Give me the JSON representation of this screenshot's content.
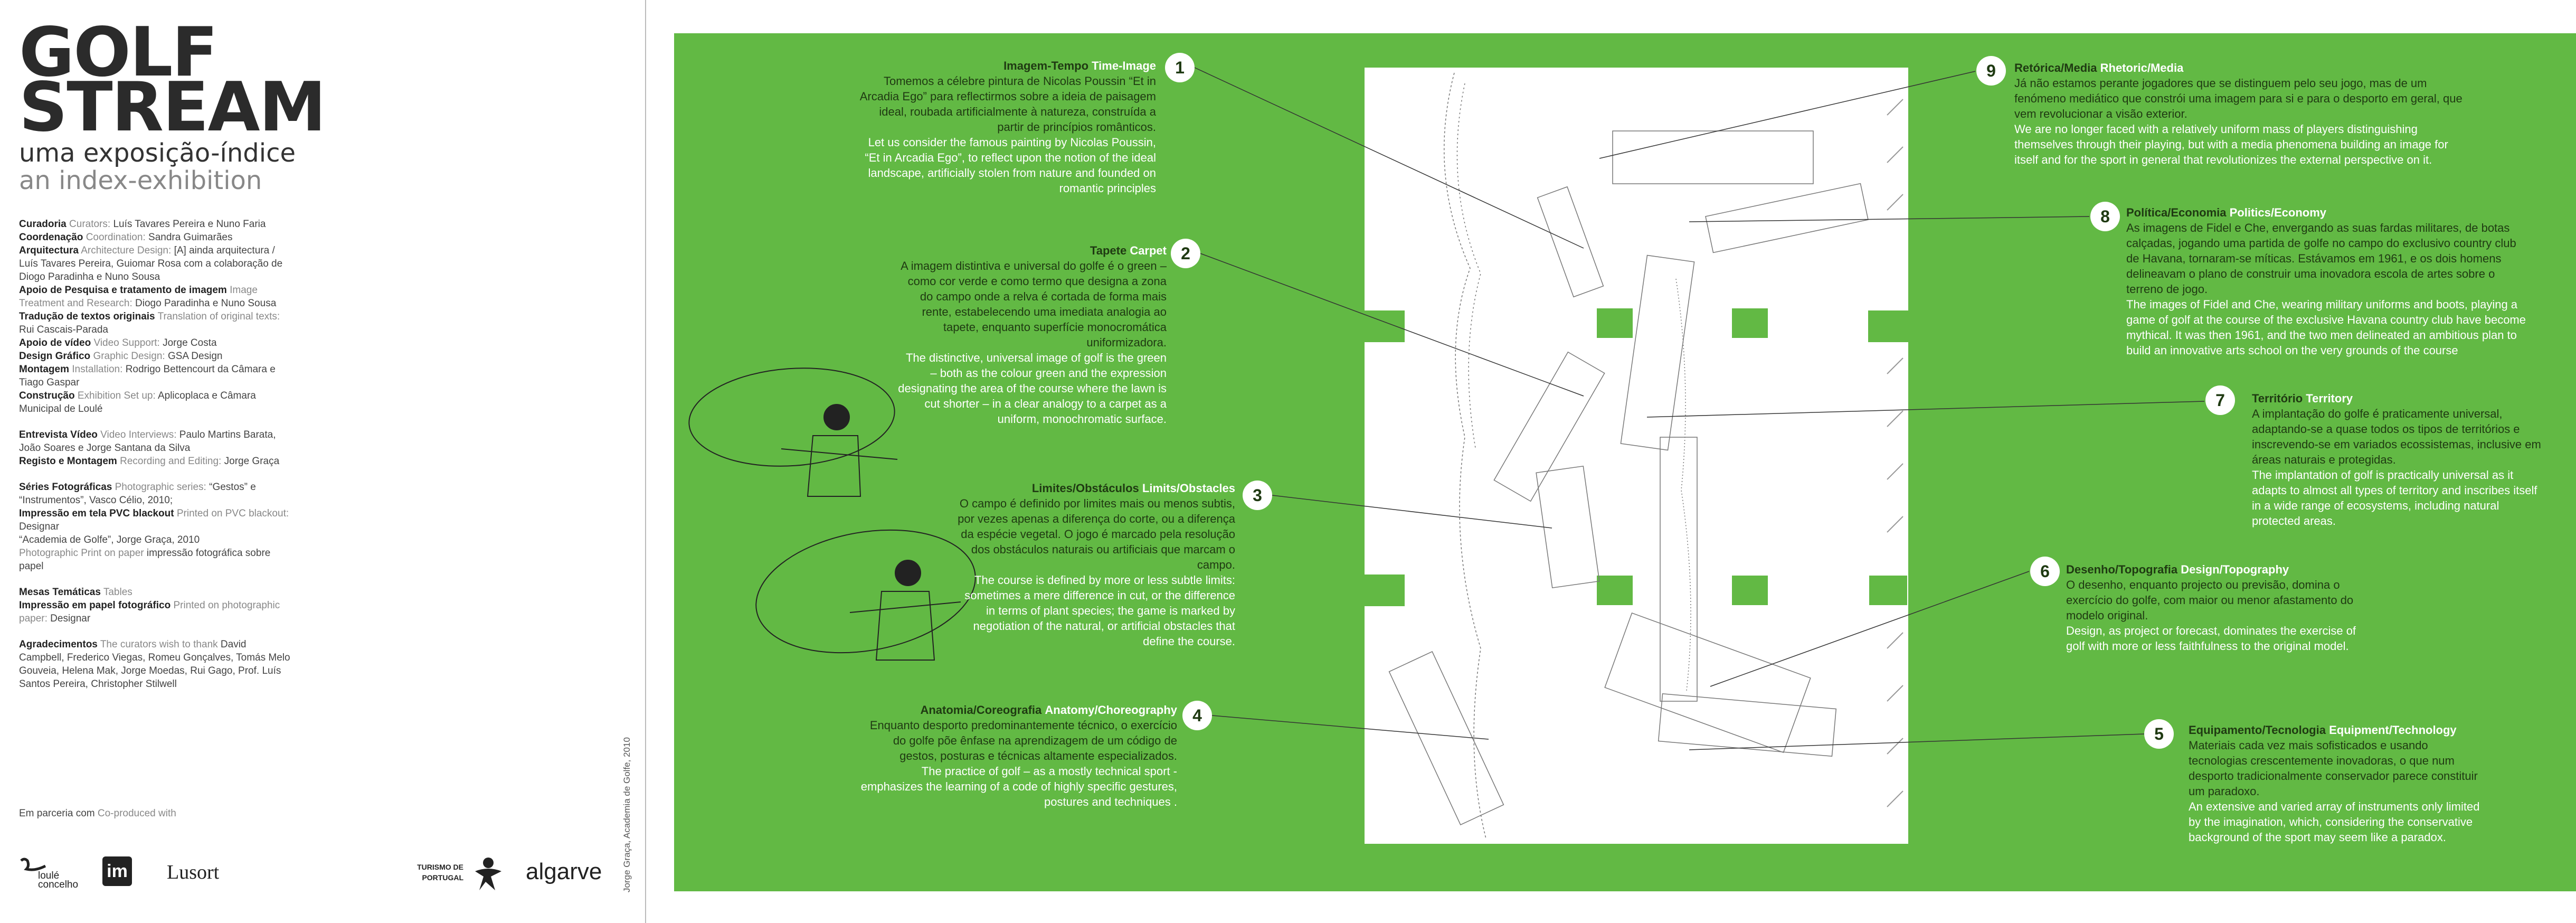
{
  "title": {
    "line1": "GOLF",
    "line2": "STREAM",
    "subtitle_pt": "uma exposição-índice",
    "subtitle_en": "an index-exhibition"
  },
  "credits": [
    [
      {
        "b": "Curadoria",
        "en": "Curators:",
        "t": "Luís Tavares Pereira e Nuno Faria"
      },
      {
        "b": "Coordenação",
        "en": "Coordination:",
        "t": "Sandra Guimarães"
      },
      {
        "b": "Arquitectura",
        "en": "Architecture Design:",
        "t": "[A] ainda arquitectura / Luís Tavares Pereira, Guiomar Rosa com a colaboração de Diogo Paradinha e Nuno Sousa"
      },
      {
        "b": "Apoio de Pesquisa e tratamento de imagem",
        "en": "Image Treatment and Research:",
        "t": "Diogo Paradinha e Nuno Sousa"
      },
      {
        "b": "Tradução de textos originais",
        "en": "Translation of original texts:",
        "t": "Rui Cascais-Parada"
      },
      {
        "b": "Apoio de vídeo",
        "en": "Video Support:",
        "t": "Jorge Costa"
      },
      {
        "b": "Design Gráfico",
        "en": "Graphic Design:",
        "t": "GSA Design"
      },
      {
        "b": "Montagem",
        "en": "Installation:",
        "t": "Rodrigo Bettencourt da Câmara e Tiago Gaspar"
      },
      {
        "b": "Construção",
        "en": "Exhibition Set up:",
        "t": "Aplicoplaca e Câmara Municipal de Loulé"
      }
    ],
    [
      {
        "b": "Entrevista Vídeo",
        "en": "Video Interviews:",
        "t": "Paulo Martins Barata, João Soares e Jorge Santana da Silva"
      },
      {
        "b": "Registo e Montagem",
        "en": "Recording and Editing:",
        "t": "Jorge Graça"
      }
    ],
    [
      {
        "b": "Séries Fotográficas",
        "en": "Photographic series:",
        "t": "“Gestos” e “Instrumentos”, Vasco Célio, 2010;"
      },
      {
        "b": "Impressão em tela PVC blackout",
        "en": "Printed on PVC blackout:",
        "t": "Designar"
      },
      {
        "b": "",
        "en": "",
        "t": "“Academia de Golfe”, Jorge Graça, 2010"
      },
      {
        "b": "",
        "en": "Photographic Print on paper",
        "t": "impressão fotográfica sobre papel"
      }
    ],
    [
      {
        "b": "Mesas Temáticas",
        "en": "Tables",
        "t": ""
      },
      {
        "b": "Impressão em papel fotográfico",
        "en": "Printed on photographic paper:",
        "t": "Designar"
      }
    ],
    [
      {
        "b": "Agradecimentos",
        "en": "The curators wish to thank",
        "t": "David Campbell, Frederico Viegas, Romeu Gonçalves, Tomás Melo Gouveia, Helena Mak, Jorge Moedas, Rui Gago, Prof. Luís Santos Pereira, Christopher Stilwell"
      }
    ]
  ],
  "partners": {
    "label_pt": "Em parceria com",
    "label_en": "Co-produced with",
    "logos": [
      "loulé concelho",
      "im",
      "Lusort",
      "TURISMO DE PORTUGAL",
      "algarve"
    ]
  },
  "vertical_credit": "Jorge Graça, Academia de Golfe, 2010",
  "colors": {
    "panel": "#62b944",
    "dark_text": "#1f3a12",
    "map": "#ffffff"
  },
  "entries": [
    {
      "n": "1",
      "t_pt": "Imagem-Tempo",
      "t_en": "Time-Image",
      "pt": "Tomemos a célebre pintura de Nicolas Poussin “Et in Arcadia Ego” para reflectirmos sobre a ideia de paisagem ideal, roubada artificialmente à natureza, construída a partir de princípios românticos.",
      "en": "Let us consider the famous painting by Nicolas Poussin, “Et in Arcadia Ego”, to reflect upon the notion of the ideal landscape, artificially stolen from nature and founded on romantic principles"
    },
    {
      "n": "2",
      "t_pt": "Tapete",
      "t_en": "Carpet",
      "pt": "A imagem distintiva e universal do golfe é o green – como cor verde e como termo que designa a zona do campo onde a relva é cortada de forma mais rente, estabelecendo uma imediata analogia ao tapete, enquanto superfície monocromática uniformizadora.",
      "en": "The distinctive, universal image of golf is the green – both as the colour green and the expression designating the area of the course where the lawn is cut shorter – in a clear analogy to a carpet as a uniform, monochromatic surface."
    },
    {
      "n": "3",
      "t_pt": "Limites/Obstáculos",
      "t_en": "Limits/Obstacles",
      "pt": "O campo é definido por limites mais ou menos subtis, por vezes apenas a diferença do corte, ou a diferença da espécie vegetal. O jogo é marcado pela resolução dos obstáculos naturais ou artificiais que marcam o campo.",
      "en": "The course is defined by more or less subtle limits: sometimes a mere difference in cut, or the difference in terms of plant species; the game is marked by negotiation of the natural, or artificial obstacles that define the course."
    },
    {
      "n": "4",
      "t_pt": "Anatomia/Coreografia",
      "t_en": "Anatomy/Choreography",
      "pt": "Enquanto desporto predominantemente técnico, o exercício do golfe põe ênfase na aprendizagem de um código de gestos, posturas e técnicas altamente especializados.",
      "en": "The practice of golf – as a mostly technical sport - emphasizes the learning of a code of highly specific gestures, postures and techniques ."
    },
    {
      "n": "5",
      "t_pt": "Equipamento/Tecnologia",
      "t_en": "Equipment/Technology",
      "pt": "Materiais cada vez mais sofisticados e usando tecnologias crescentemente inovadoras, o que num desporto tradicionalmente conservador parece constituir um paradoxo.",
      "en": "An extensive and varied array of instruments only limited by the imagination, which, considering the conservative background of the sport may seem like a paradox."
    },
    {
      "n": "6",
      "t_pt": "Desenho/Topografia",
      "t_en": "Design/Topography",
      "pt": "O desenho, enquanto projecto ou previsão, domina o exercício do golfe, com maior ou menor afastamento do modelo original.",
      "en": "Design, as project or forecast, dominates the exercise of golf with more or less faithfulness to the original model."
    },
    {
      "n": "7",
      "t_pt": "Território",
      "t_en": "Territory",
      "pt": "A implantação do golfe é praticamente universal, adaptando-se a quase todos os tipos de territórios e inscrevendo-se em variados ecossistemas, inclusive em áreas naturais e protegidas.",
      "en": "The implantation of golf is practically universal as it adapts to almost all types of territory and inscribes itself in a wide range of ecosystems, including natural protected areas."
    },
    {
      "n": "8",
      "t_pt": "Política/Economia",
      "t_en": "Politics/Economy",
      "pt": "As imagens de Fidel e Che, envergando as suas fardas militares, de botas calçadas, jogando uma partida de golfe no campo do exclusivo country club de Havana, tornaram-se míticas. Estávamos em 1961, e os dois homens delineavam o plano de construir uma inovadora escola de artes sobre o terreno de jogo.",
      "en": "The images of Fidel and Che, wearing military uniforms and boots, playing a game of golf at the course of the exclusive Havana country club have become mythical. It was then 1961, and the two men delineated an ambitious plan to build an innovative arts school on the very grounds of the course"
    },
    {
      "n": "9",
      "t_pt": "Retórica/Media",
      "t_en": "Rhetoric/Media",
      "pt": "Já não estamos perante jogadores que se distinguem pelo seu jogo, mas de um fenómeno mediático que constrói uma imagem para si e para o desporto em geral, que vem revolucionar a visão exterior.",
      "en": "We are no longer faced with a relatively uniform mass of players distinguishing themselves through their playing, but with a media phenomena building an image for itself and for the sport in general that revolutionizes the external perspective on it."
    }
  ]
}
